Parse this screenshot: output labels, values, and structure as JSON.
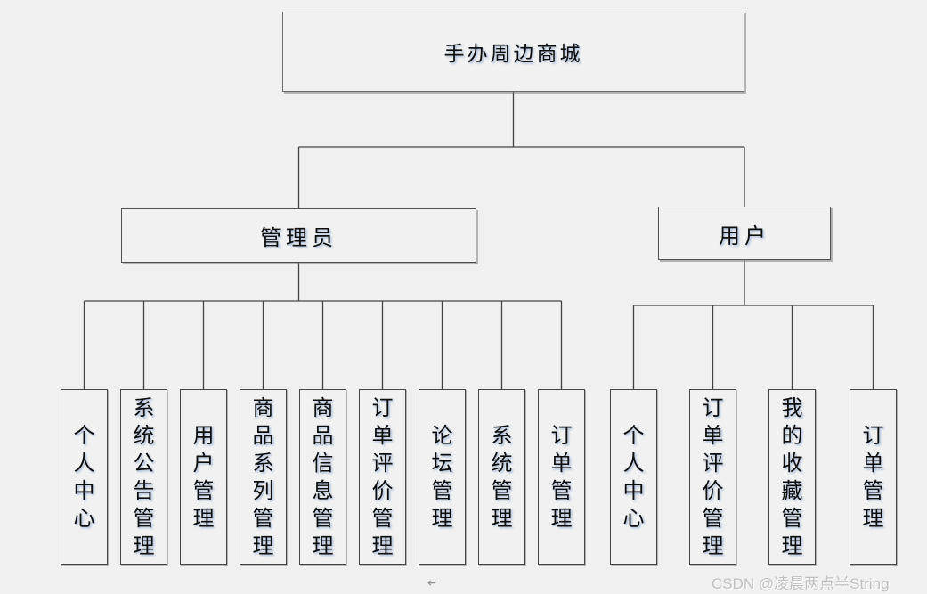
{
  "page": {
    "background": "#f0f0f0"
  },
  "diagram": {
    "root": {
      "label": "手办周边商城"
    },
    "branches": [
      {
        "label": "管理员",
        "children": [
          "个人中心",
          "系统公告管理",
          "用户管理",
          "商品系列管理",
          "商品信息管理",
          "订单评价管理",
          "论坛管理",
          "系统管理",
          "订单管理"
        ]
      },
      {
        "label": "用户",
        "children": [
          "个人中心",
          "订单评价管理",
          "我的收藏管理",
          "订单管理"
        ]
      }
    ],
    "colors": {
      "box_fill": "#f1f1f1",
      "box_border": "#4f4f4f",
      "connector_line": "#454545",
      "text": "#0d0d0d",
      "text_glow": "#94afd6"
    }
  },
  "watermark": {
    "text": "CSDN @凌晨两点半String",
    "color": "#bfbfbf"
  },
  "artifacts": {
    "paragraph_mark": "↵"
  }
}
